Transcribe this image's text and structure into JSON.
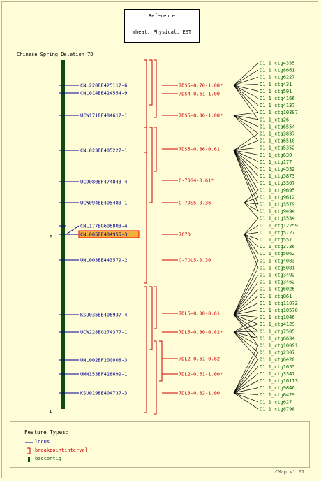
{
  "reference_box": {
    "title": "Reference",
    "subtitle": "Wheat, Physical, EST"
  },
  "map": {
    "name": "Chinese_Spring_Deletion_7D",
    "start_label": "0",
    "end_label": "1",
    "left_features": [
      {
        "label": "CNL220BE425117-6",
        "highlight": false
      },
      {
        "label": "CNL014BE424554-9",
        "highlight": false
      },
      {
        "label": "UCW171BF484617-1",
        "highlight": false
      },
      {
        "label": "CNL023BE405227-1",
        "highlight": false
      },
      {
        "label": "UCD080BF474843-4",
        "highlight": false
      },
      {
        "label": "UCW094BE405483-1",
        "highlight": false
      },
      {
        "label": "CNL177BG606803-4",
        "highlight": false
      },
      {
        "label": "CNL065BE404955-3",
        "highlight": true
      },
      {
        "label": "UNL003BE443579-2",
        "highlight": false
      },
      {
        "label": "KSU035BE406937-4",
        "highlight": false
      },
      {
        "label": "UCW228BG274377-1",
        "highlight": false
      },
      {
        "label": "UNL002BF200008-3",
        "highlight": false
      },
      {
        "label": "UMN153BF428699-1",
        "highlight": false
      },
      {
        "label": "KSU019BE404737-3",
        "highlight": false
      }
    ],
    "intervals": [
      "7DS5-0.70-1.00*",
      "7DS4-0.61-1.00",
      "7DS5-0.36-1.00*",
      "7DS5-0.36-0.61",
      "C-7DS4-0.61*",
      "C-7DS5-0.36",
      "7C7D",
      "C-7DL5-0.30",
      "7DL5-0.30-0.61",
      "7DL5-0.30-0.82*",
      "7DL2-0.61-0.82",
      "7DL2-0.61-1.00*",
      "7DL3-0.82-1.00"
    ],
    "contigs": [
      "D1.1_ctg4335",
      "D1.1_ctg8661",
      "D1.1_ctg6227",
      "D1.1_ctg431",
      "D1.1_ctg591",
      "D1.1_ctg4166",
      "D1.1_ctg4137",
      "D1.1_ctg10397",
      "D1.1_ctg26",
      "D1.1_ctg6554",
      "D1.1_ctg3837",
      "D1.1_ctg6510",
      "D1.1_ctg5352",
      "D1.1_ctg639",
      "D1.1_ctg177",
      "D1.1_ctg4532",
      "D1.1_ctg5873",
      "D1.1_ctg3367",
      "D1.1_ctg9695",
      "D1.1_ctg9612",
      "D1.1_ctg3579",
      "D1.1_ctg9494",
      "D1.1_ctg3534",
      "D1.1_ctg12259",
      "D1.1_ctg5727",
      "D1.1_ctg557",
      "D1.1_ctg3736",
      "D1.1_ctg5062",
      "D1.1_ctg4083",
      "D1.1_ctg5081",
      "D1.1_ctg3492",
      "D1.1_ctg3462",
      "D1.1_ctg6026",
      "D1.1_ctg861",
      "D1.1_ctg11072",
      "D1.1_ctg10570",
      "D1.1_ctg1046",
      "D1.1_ctg4129",
      "D1.1_ctg7505",
      "D1.1_ctg6634",
      "D1.1_ctg10091",
      "D1.1_ctg2307",
      "D1.1_ctg6420",
      "D1.1_ctg1655",
      "D1.1_ctg3347",
      "D1.1_ctg10113",
      "D1.1_ctg9846",
      "D1.1_ctg6429",
      "D1.1_ctg627",
      "D1.1_ctg8798"
    ]
  },
  "legend": {
    "title": "Feature Types:",
    "items": [
      {
        "label": "locus",
        "icon": "line-icon"
      },
      {
        "label": "breakpointinterval",
        "icon": "bracket-icon"
      },
      {
        "label": "baccontig",
        "icon": "filled-box-icon"
      }
    ]
  },
  "credit": "CMap v1.01",
  "colors": {
    "background": "#fefdd8",
    "locus_text": "#00008b",
    "interval": "#cc0000",
    "contig_text": "#006400",
    "map_bar": "#0b4d0b",
    "highlight_fill": "#f3b13c",
    "highlight_border": "#ff0000"
  }
}
